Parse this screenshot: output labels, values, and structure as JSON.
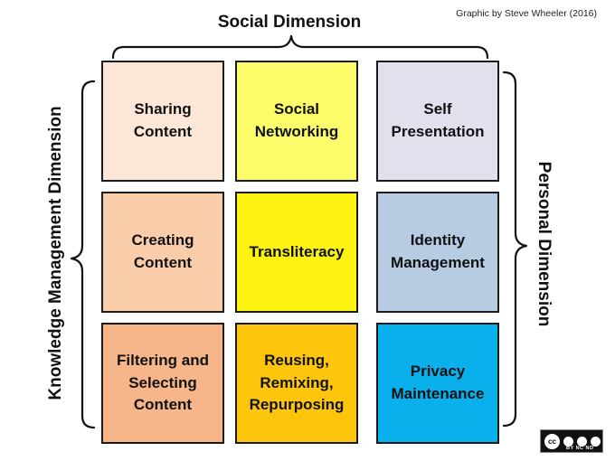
{
  "credit": "Graphic by Steve Wheeler (2016)",
  "dimensions": {
    "top": "Social Dimension",
    "left": "Knowledge Management Dimension",
    "right": "Personal Dimension"
  },
  "cells": [
    {
      "label": "Sharing\nContent",
      "color": "#fce6d8"
    },
    {
      "label": "Social\nNetworking",
      "color": "#fdfd6c"
    },
    {
      "label": "Self\nPresentation",
      "color": "#e2e0ec"
    },
    {
      "label": "Creating\nContent",
      "color": "#f9cdaa"
    },
    {
      "label": "Transliteracy",
      "color": "#fdf312"
    },
    {
      "label": "Identity\nManagement",
      "color": "#b7cbe3"
    },
    {
      "label": "Filtering and\nSelecting\nContent",
      "color": "#f7b58a"
    },
    {
      "label": "Reusing,\nRemixing,\nRepurposing",
      "color": "#fdc60c"
    },
    {
      "label": "Privacy\nMaintenance",
      "color": "#0ab0ec"
    }
  ],
  "license": {
    "badge_text": "BY  NC  ND",
    "cc_mark": "cc"
  }
}
